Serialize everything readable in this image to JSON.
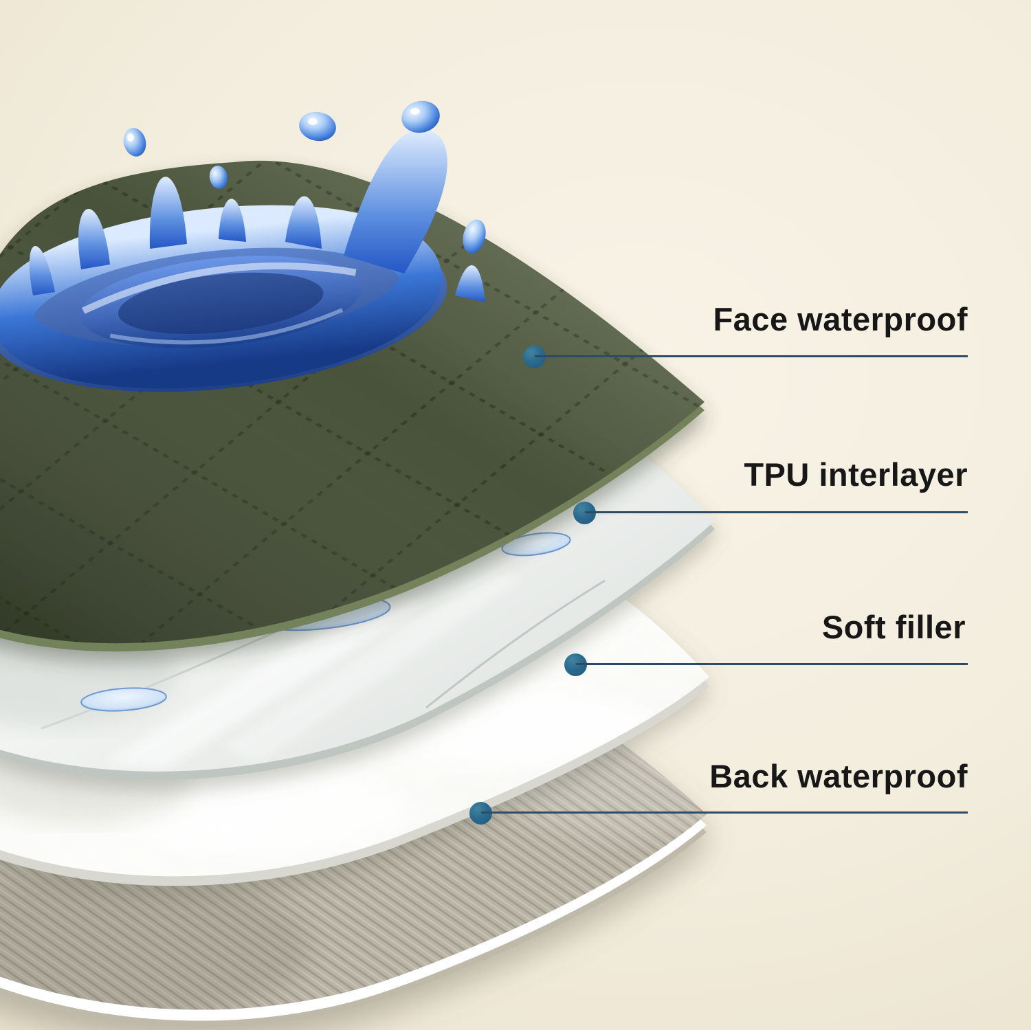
{
  "labels": [
    {
      "id": "face-waterproof",
      "text": "Face waterproof"
    },
    {
      "id": "tpu-interlayer",
      "text": "TPU interlayer"
    },
    {
      "id": "soft-filler",
      "text": "Soft filler"
    },
    {
      "id": "back-waterproof",
      "text": "Back waterproof"
    }
  ],
  "colors": {
    "background": "#f2ecdb",
    "fabric_green": "#49523a",
    "tpu_white": "#e9edea",
    "filler_white": "#f7f7f4",
    "back_gray": "#b9b4a6",
    "leader_line": "#2d4b63",
    "dot_teal": "#2b6a8f",
    "label_text": "#171717",
    "water_blue": "#3b76d6"
  }
}
